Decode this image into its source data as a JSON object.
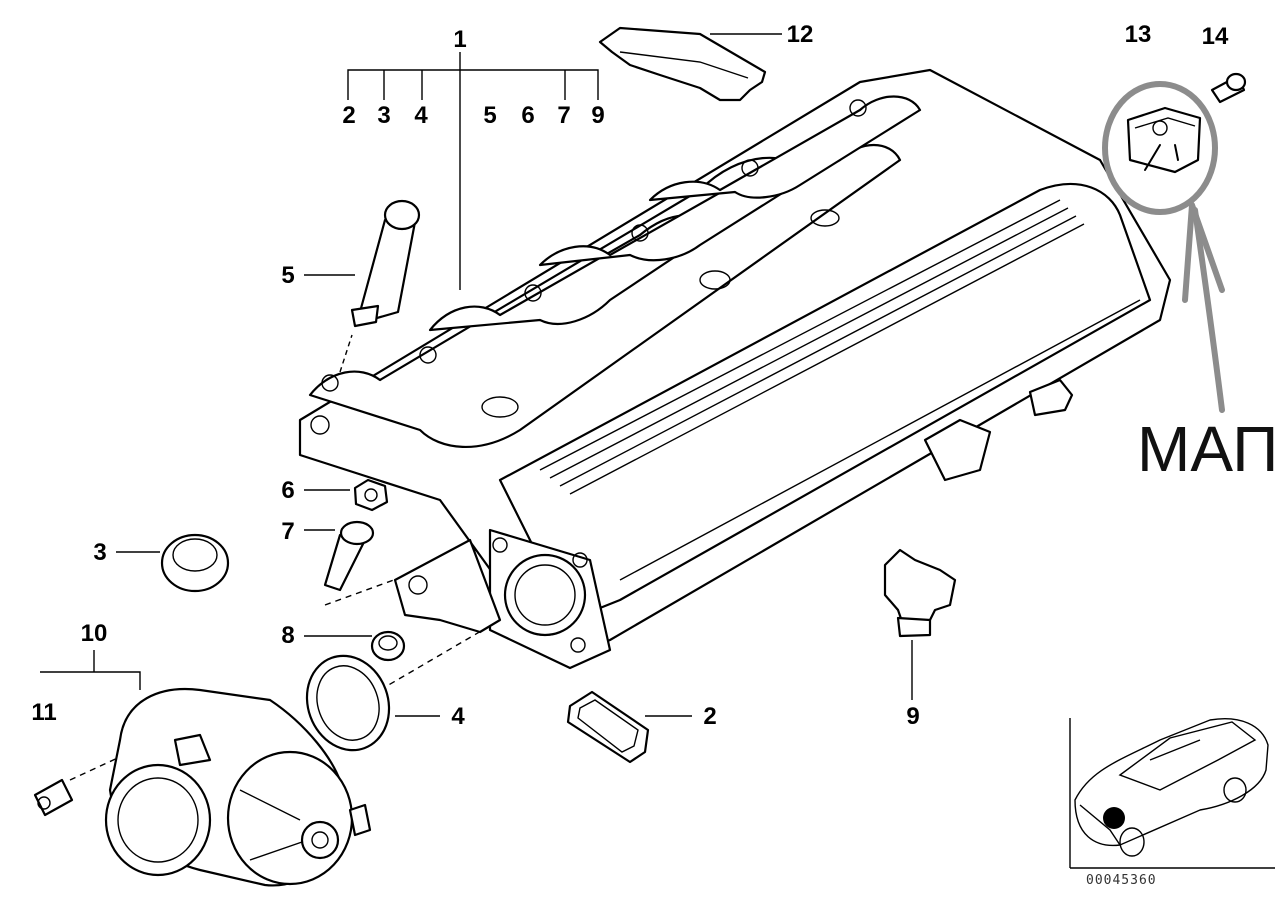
{
  "callouts": [
    {
      "id": "c1",
      "label": "1"
    },
    {
      "id": "c2a",
      "label": "2"
    },
    {
      "id": "c3a",
      "label": "3"
    },
    {
      "id": "c4a",
      "label": "4"
    },
    {
      "id": "c5a",
      "label": "5"
    },
    {
      "id": "c6a",
      "label": "6"
    },
    {
      "id": "c7a",
      "label": "7"
    },
    {
      "id": "c9a",
      "label": "9"
    },
    {
      "id": "c12",
      "label": "12"
    },
    {
      "id": "c13",
      "label": "13"
    },
    {
      "id": "c14",
      "label": "14"
    },
    {
      "id": "c5b",
      "label": "5"
    },
    {
      "id": "c6b",
      "label": "6"
    },
    {
      "id": "c7b",
      "label": "7"
    },
    {
      "id": "c3b",
      "label": "3"
    },
    {
      "id": "c8",
      "label": "8"
    },
    {
      "id": "c10",
      "label": "10"
    },
    {
      "id": "c11",
      "label": "11"
    },
    {
      "id": "c4b",
      "label": "4"
    },
    {
      "id": "c2b",
      "label": "2"
    },
    {
      "id": "c9b",
      "label": "9"
    }
  ],
  "annotation": {
    "text": "МАП",
    "color": "#8c8c8c"
  },
  "part_number": "00045360"
}
